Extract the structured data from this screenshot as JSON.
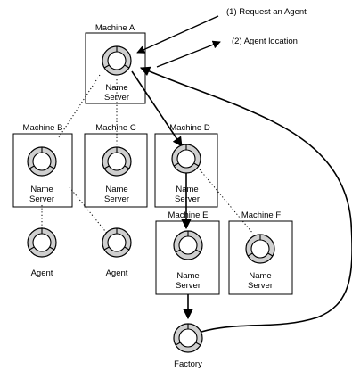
{
  "legend": {
    "request": "(1) Request an Agent",
    "location": "(2) Agent location"
  },
  "machines": {
    "a": {
      "title": "Machine A",
      "line1": "Name",
      "line2": "Server"
    },
    "b": {
      "title": "Machine B",
      "line1": "Name",
      "line2": "Server"
    },
    "c": {
      "title": "Machine C",
      "line1": "Name",
      "line2": "Server"
    },
    "d": {
      "title": "Machine D",
      "line1": "Name",
      "line2": "Server"
    },
    "e": {
      "title": "Machine E",
      "line1": "Name",
      "line2": "Server"
    },
    "f": {
      "title": "Machine F",
      "line1": "Name",
      "line2": "Server"
    }
  },
  "agents": {
    "left": "Agent",
    "right": "Agent"
  },
  "factory": "Factory"
}
